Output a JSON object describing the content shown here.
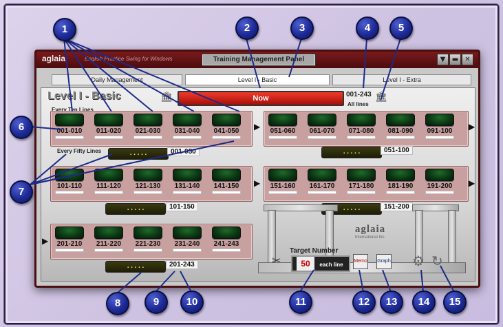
{
  "window": {
    "brand": "aglaia",
    "brand_sub": "English Practice Swing for Windows",
    "title": "Training Management Panel",
    "buttons": [
      "▼",
      "▬",
      "✕"
    ]
  },
  "tabs": [
    {
      "label": "Daily Management"
    },
    {
      "label": "Level I - Basic"
    },
    {
      "label": "Level I - Extra"
    }
  ],
  "section": {
    "title": "Level I - Basic",
    "every_ten": "Every Ten Lines",
    "every_fifty": "Every Fifty Lines",
    "now_label": "Now",
    "all_range": "001-243",
    "all_lines": "All lines"
  },
  "groups": [
    {
      "ranges": [
        "001-010",
        "011-020",
        "021-030",
        "031-040",
        "041-050"
      ],
      "fifty": "001-050"
    },
    {
      "ranges": [
        "051-060",
        "061-070",
        "071-080",
        "081-090",
        "091-100"
      ],
      "fifty": "051-100"
    },
    {
      "ranges": [
        "101-110",
        "111-120",
        "121-130",
        "131-140",
        "141-150"
      ],
      "fifty": "101-150"
    },
    {
      "ranges": [
        "151-160",
        "161-170",
        "171-180",
        "181-190",
        "191-200"
      ],
      "fifty": "151-200"
    },
    {
      "ranges": [
        "201-210",
        "211-220",
        "221-230",
        "231-240",
        "241-243"
      ],
      "fifty": "201-243"
    }
  ],
  "fifty_display": ".....",
  "target": {
    "label": "Target Number",
    "value": "50",
    "unit": "each line"
  },
  "tools": {
    "memo": "Memo",
    "graph": "Graph"
  },
  "brand_center": {
    "name": "aglaia",
    "sub": "International Inc."
  },
  "callouts": [
    "1",
    "2",
    "3",
    "4",
    "5",
    "6",
    "7",
    "8",
    "9",
    "10",
    "11",
    "12",
    "13",
    "14",
    "15"
  ]
}
